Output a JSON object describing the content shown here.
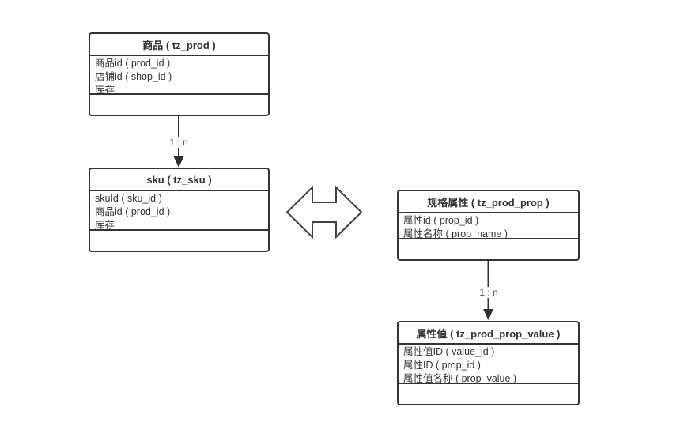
{
  "diagram": {
    "background_color": "#ffffff",
    "line_color": "#333333",
    "text_color": "#333333",
    "label_color": "#4d4d4d",
    "entities": [
      {
        "id": "prod",
        "title": "商品 ( tz_prod )",
        "fields": [
          "商品id ( prod_id )",
          "店铺id ( shop_id )",
          "库存"
        ]
      },
      {
        "id": "sku",
        "title": "sku ( tz_sku )",
        "fields": [
          "skuId ( sku_id )",
          "商品id ( prod_id )",
          "库存"
        ]
      },
      {
        "id": "prod_prop",
        "title": "规格属性 ( tz_prod_prop )",
        "fields": [
          "属性id ( prop_id )",
          "属性名称 ( prop_name )"
        ]
      },
      {
        "id": "prod_prop_value",
        "title": "属性值 ( tz_prod_prop_value )",
        "fields": [
          "属性值ID ( value_id )",
          "属性ID ( prop_id )",
          "属性值名称 ( prop_value )"
        ]
      }
    ],
    "connectors": [
      {
        "from": "商品 ( tz_prod )",
        "to": "sku ( tz_sku )",
        "label": "1 : n",
        "style": "solid-arrow"
      },
      {
        "from": "规格属性 ( tz_prod_prop )",
        "to": "属性值 ( tz_prod_prop_value )",
        "label": "1 : n",
        "style": "solid-arrow"
      }
    ],
    "bidirectional_arrow": {
      "between": [
        "sku ( tz_sku )",
        "规格属性 ( tz_prod_prop )"
      ],
      "style": "hollow-double-arrow"
    }
  }
}
